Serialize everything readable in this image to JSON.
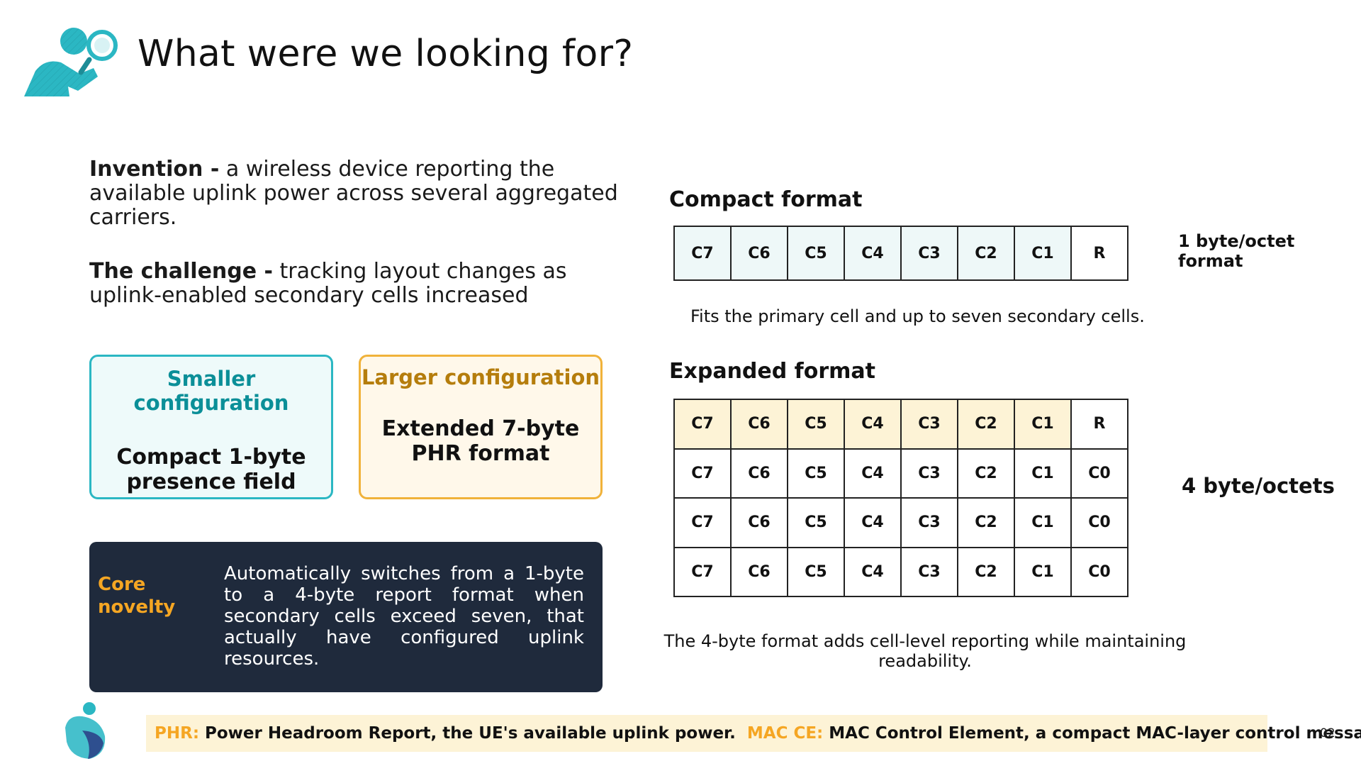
{
  "title": "What were we looking for?",
  "icons": {
    "header": "person-magnifier-icon",
    "brand": "brand-logo-icon"
  },
  "colors": {
    "teal": "#2bb7c3",
    "amber": "#f5a623",
    "navy": "#1f2a3c",
    "cream": "#fdf3d6"
  },
  "intro": {
    "invention_lead": "Invention -",
    "invention_text": " a wireless device reporting the available uplink power across several aggregated carriers.",
    "challenge_lead": "The challenge -",
    "challenge_text": " tracking layout changes as uplink-enabled secondary cells increased"
  },
  "cards": {
    "smaller": {
      "heading": "Smaller configuration",
      "body": "Compact 1-byte presence field"
    },
    "larger": {
      "heading": "Larger configuration",
      "body": "Extended 7-byte PHR format"
    }
  },
  "novelty": {
    "label": "Core novelty",
    "text": "Automatically switches from a 1-byte to a 4-byte report format when secondary cells exceed seven, that actually have configured uplink resources."
  },
  "compact": {
    "heading": "Compact format",
    "cells": [
      "C7",
      "C6",
      "C5",
      "C4",
      "C3",
      "C2",
      "C1",
      "R"
    ],
    "side_label": "1 byte/octet format",
    "caption": "Fits the primary cell and up to seven secondary cells."
  },
  "expanded": {
    "heading": "Expanded format",
    "rows": [
      [
        "C7",
        "C6",
        "C5",
        "C4",
        "C3",
        "C2",
        "C1",
        "R"
      ],
      [
        "C7",
        "C6",
        "C5",
        "C4",
        "C3",
        "C2",
        "C1",
        "C0"
      ],
      [
        "C7",
        "C6",
        "C5",
        "C4",
        "C3",
        "C2",
        "C1",
        "C0"
      ],
      [
        "C7",
        "C6",
        "C5",
        "C4",
        "C3",
        "C2",
        "C1",
        "C0"
      ]
    ],
    "side_label": "4 byte/octets",
    "caption": "The 4-byte format adds cell-level reporting while maintaining readability."
  },
  "legend": {
    "phr_key": "PHR:",
    "phr_text": " Power Headroom Report, the UE's available uplink power.",
    "mac_key": "MAC CE:",
    "mac_text": " MAC Control Element, a compact MAC-layer control message."
  },
  "page_number": "02"
}
